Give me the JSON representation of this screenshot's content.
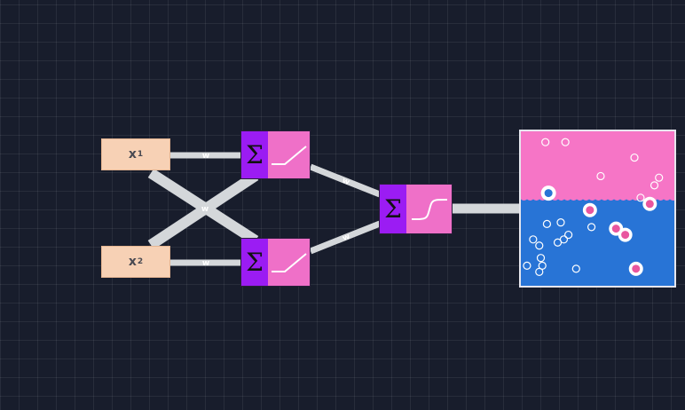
{
  "network": {
    "inputs": [
      {
        "var": "x",
        "sub": "1"
      },
      {
        "var": "x",
        "sub": "2"
      }
    ],
    "hidden_activation": "relu-icon",
    "output_activation": "sigmoid-icon",
    "weight_label": "w",
    "colors": {
      "input_fill": "#f7d1b5",
      "sum_fill": "#9b1cf3",
      "activation_fill": "#ef70c8",
      "wire": "#d4d7da"
    }
  },
  "plot": {
    "colors": {
      "top_region": "#f675c6",
      "bottom_region": "#2874d6",
      "point_pink": "#e9569f"
    },
    "boundary_level": 0.44,
    "points_pink": [
      [
        0.16,
        0.07
      ],
      [
        0.29,
        0.07
      ],
      [
        0.74,
        0.17
      ],
      [
        0.52,
        0.29
      ],
      [
        0.87,
        0.35
      ],
      [
        0.9,
        0.3
      ],
      [
        0.78,
        0.43
      ]
    ],
    "points_blue": [
      [
        0.26,
        0.59
      ],
      [
        0.17,
        0.6
      ],
      [
        0.46,
        0.62
      ],
      [
        0.31,
        0.67
      ],
      [
        0.08,
        0.7
      ],
      [
        0.12,
        0.74
      ],
      [
        0.24,
        0.72
      ],
      [
        0.28,
        0.7
      ],
      [
        0.13,
        0.82
      ],
      [
        0.14,
        0.87
      ],
      [
        0.04,
        0.87
      ],
      [
        0.12,
        0.91
      ],
      [
        0.36,
        0.89
      ]
    ],
    "points_pink_big": [
      [
        0.45,
        0.51
      ],
      [
        0.84,
        0.47
      ],
      [
        0.62,
        0.63
      ],
      [
        0.68,
        0.67
      ],
      [
        0.75,
        0.89
      ]
    ],
    "points_blue_big": [
      [
        0.18,
        0.4
      ]
    ]
  }
}
